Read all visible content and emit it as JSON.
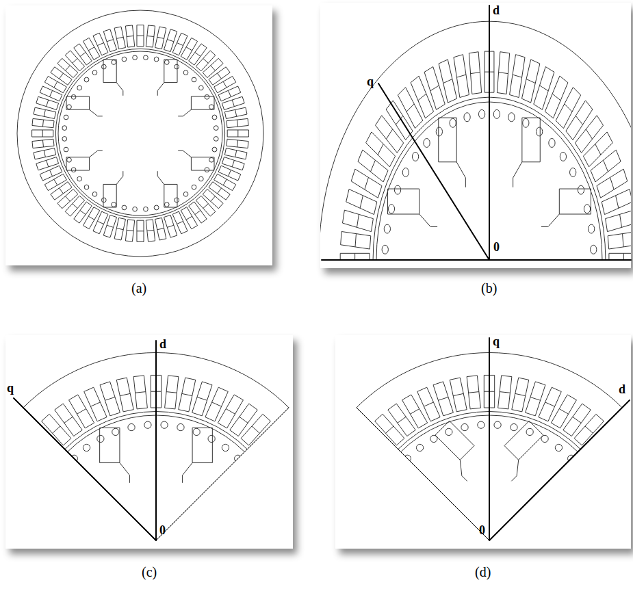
{
  "diagram": {
    "labels": [
      "d",
      "q",
      "0",
      "(a)",
      "(b)",
      "q",
      "d",
      "q",
      "d",
      "0",
      "0",
      "(c)",
      "(d)"
    ]
  }
}
